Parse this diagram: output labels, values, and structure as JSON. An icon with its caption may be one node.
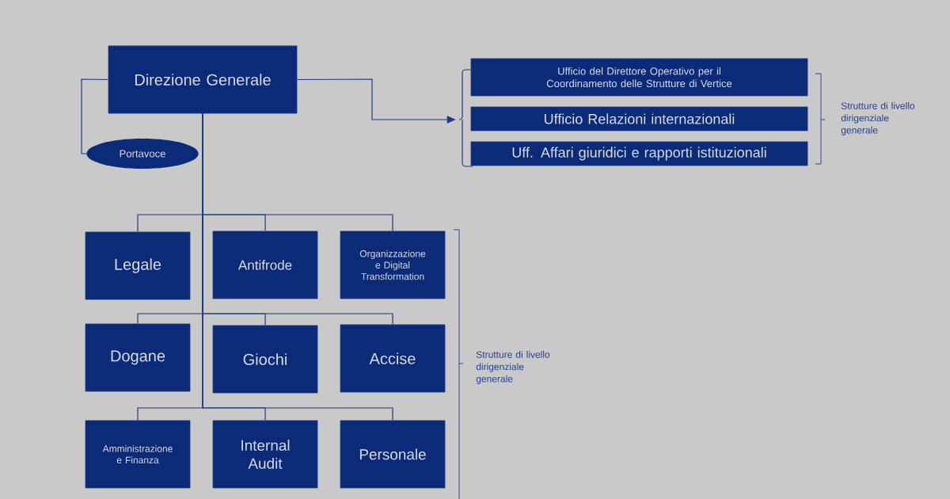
{
  "diagram": {
    "nodes": [
      {
        "text": [
          "Direzione Generale"
        ]
      },
      {
        "text": [
          "Portavoce"
        ]
      },
      {
        "text": [
          "Ufficio del Direttore Operativo per il Coordinamento delle Strutture di Vertice"
        ]
      },
      {
        "text": [
          "Ufficio Relazioni internazionali"
        ]
      },
      {
        "text": [
          "Uff. Affari giuridici e rapporti istituzionali"
        ]
      },
      {
        "text": [
          "Legale"
        ]
      },
      {
        "text": [
          "Antifrode"
        ]
      },
      {
        "text": [
          "Organizzazione e Digital Transformation"
        ]
      },
      {
        "text": [
          "Dogane"
        ]
      },
      {
        "text": [
          "Giochi"
        ]
      },
      {
        "text": [
          "Accise"
        ]
      },
      {
        "text": [
          "Amministrazione e Finanza"
        ]
      },
      {
        "text": [
          "Internal Audit"
        ]
      },
      {
        "text": [
          "Personale"
        ]
      },
      {
        "text": [],
        "shape": "bracket"
      }
    ],
    "edges": [
      {
        "from": 0,
        "to": 1,
        "arrow": "none"
      },
      {
        "from": 0,
        "to": 14,
        "arrow": "to"
      },
      {
        "from": 0,
        "to": 5,
        "arrow": "none"
      },
      {
        "from": 0,
        "to": 6,
        "arrow": "none"
      },
      {
        "from": 0,
        "to": 7,
        "arrow": "none"
      },
      {
        "from": 0,
        "to": 8,
        "arrow": "none"
      },
      {
        "from": 0,
        "to": 9,
        "arrow": "none"
      },
      {
        "from": 0,
        "to": 10,
        "arrow": "none"
      },
      {
        "from": 0,
        "to": 11,
        "arrow": "none"
      },
      {
        "from": 0,
        "to": 12,
        "arrow": "none"
      },
      {
        "from": 0,
        "to": 13,
        "arrow": "none"
      }
    ],
    "labels": [
      "Strutture di livello dirigenziale generale",
      "Strutture di livello dirigenziale generale"
    ]
  }
}
